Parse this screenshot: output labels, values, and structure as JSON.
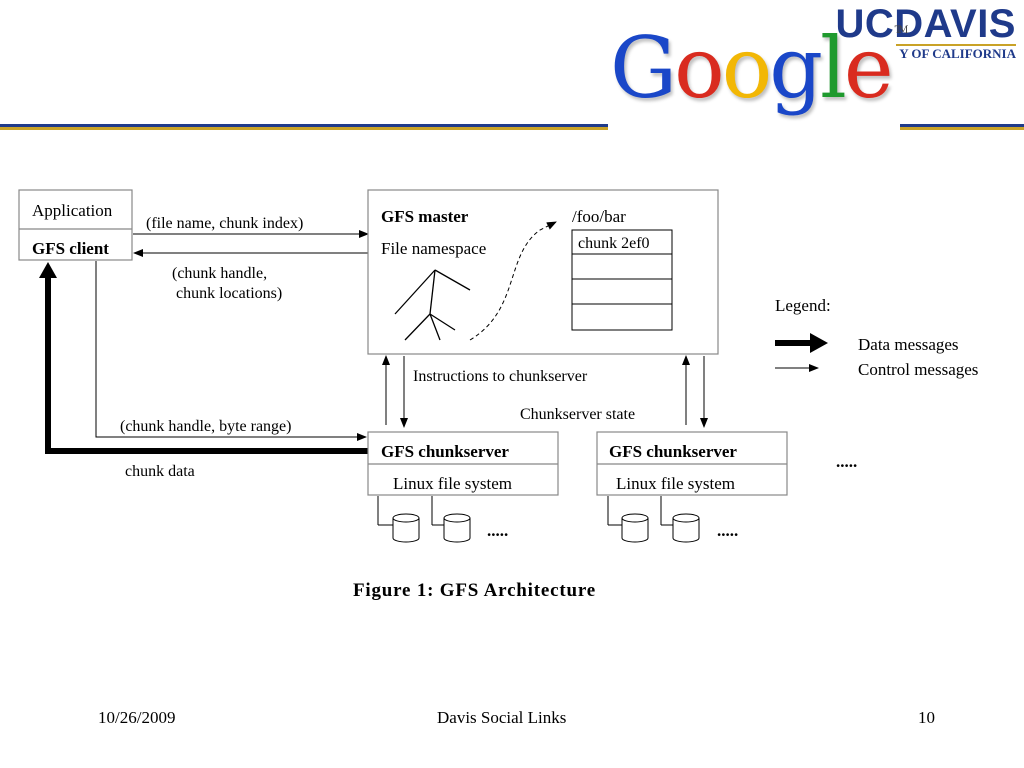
{
  "header": {
    "ucdavis_main": "UCDAVIS",
    "ucdavis_sub": "Y OF CALIFORNIA",
    "google_letters": [
      {
        "ch": "G",
        "color": "#1a47c8"
      },
      {
        "ch": "o",
        "color": "#d92b1f"
      },
      {
        "ch": "o",
        "color": "#f2b705"
      },
      {
        "ch": "g",
        "color": "#1a47c8"
      },
      {
        "ch": "l",
        "color": "#1f9a2e"
      },
      {
        "ch": "e",
        "color": "#d92b1f"
      }
    ],
    "google_tm": "TM"
  },
  "diagram": {
    "application": "Application",
    "gfs_client": "GFS client",
    "req_label": "(file name, chunk index)",
    "resp_line1": "(chunk handle,",
    "resp_line2": "chunk locations)",
    "master_title": "GFS master",
    "file_namespace": "File namespace",
    "path": "/foo/bar",
    "chunk_id": "chunk 2ef0",
    "instructions": "Instructions to chunkserver",
    "chunkserver_state": "Chunkserver state",
    "byte_range": "(chunk handle, byte range)",
    "chunk_data": "chunk data",
    "chunkserver1": "GFS chunkserver",
    "fs1": "Linux file system",
    "chunkserver2": "GFS chunkserver",
    "fs2": "Linux file system",
    "ellipsis_disks": ".....",
    "ellipsis_servers": ".....",
    "legend_title": "Legend:",
    "legend_data": "Data messages",
    "legend_control": "Control messages",
    "caption": "Figure 1:  GFS Architecture"
  },
  "footer": {
    "date": "10/26/2009",
    "title": "Davis Social Links",
    "page": "10"
  }
}
